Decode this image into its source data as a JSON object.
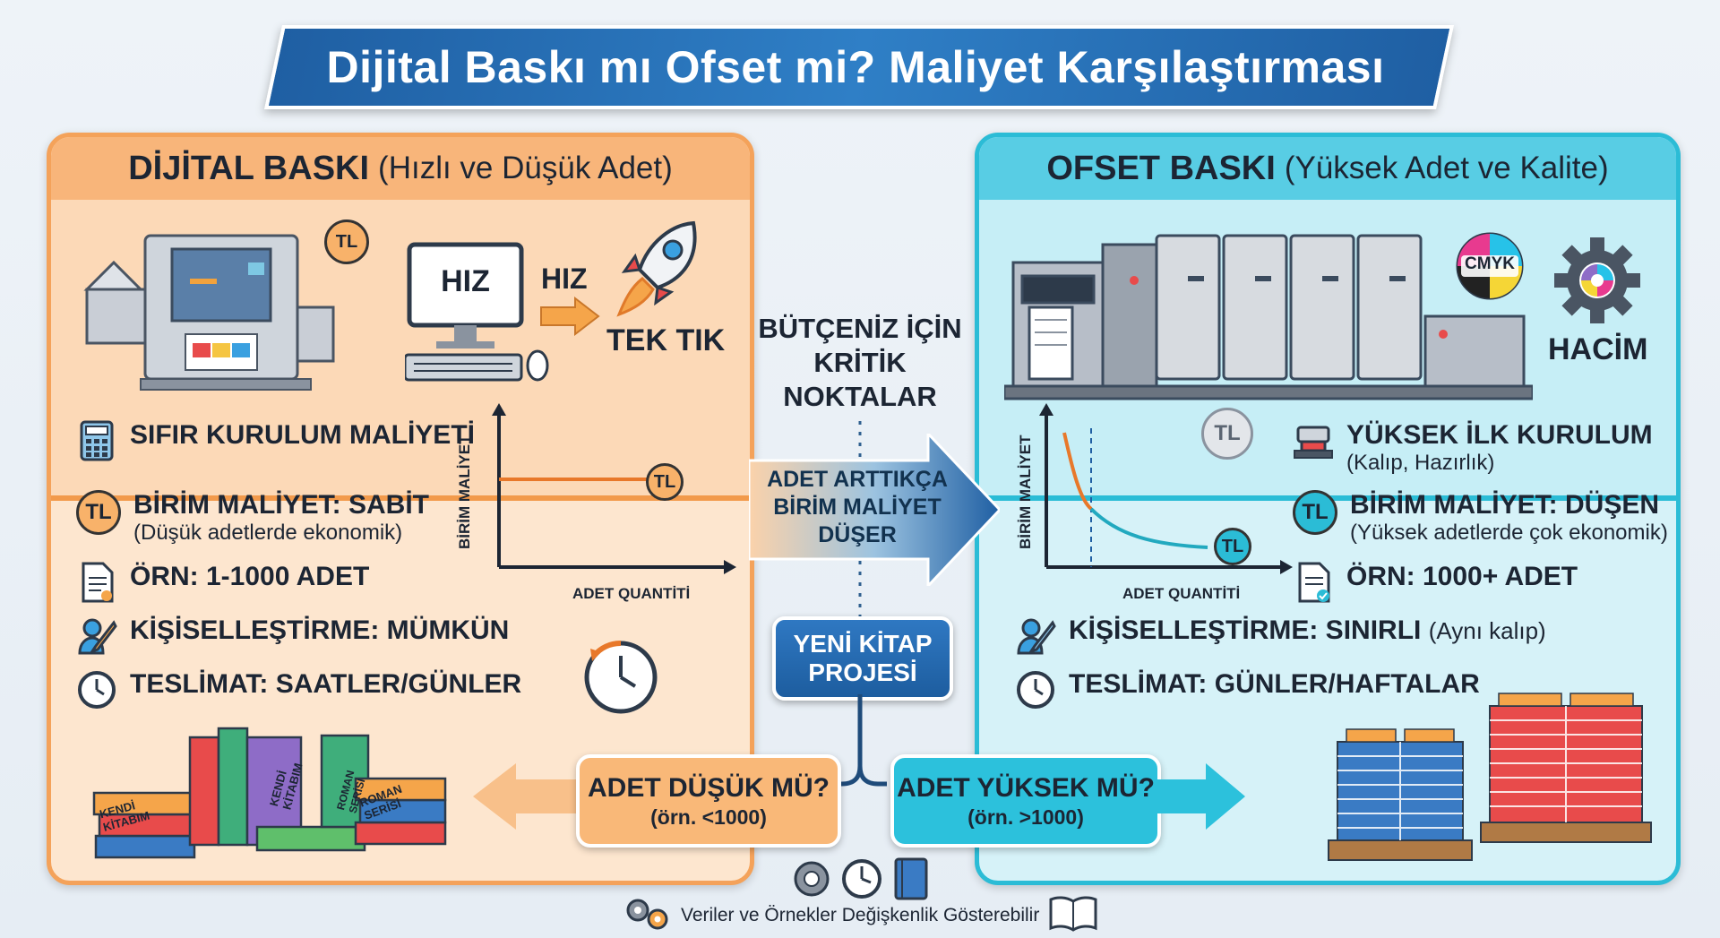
{
  "title": "Dijital Baskı mı Ofset mi? Maliyet Karşılaştırması",
  "digital": {
    "header_bold": "DİJİTAL BASKI",
    "header_sub": "(Hızlı ve Düşük Adet)",
    "illus": {
      "screen_text": "HIZ",
      "arrow_text": "HIZ",
      "rocket_text": "TEK TIK",
      "tl": "TL"
    },
    "features": {
      "setup": "SIFIR KURULUM MALİYETİ",
      "unit_cost": "BİRİM MALİYET: SABİT",
      "unit_cost_sub": "(Düşük adetlerde ekonomik)",
      "example": "ÖRN: 1-1000 ADET",
      "personalization": "KİŞİSELLEŞTİRME: MÜMKÜN",
      "delivery": "TESLİMAT: SAATLER/GÜNLER"
    },
    "chart": {
      "ylabel": "BİRİM MALİYET",
      "xlabel": "ADET QUANTİTİ",
      "marker": "TL"
    },
    "books": {
      "book1": "KENDİ KİTABIM",
      "book2": "KENDİ KİTABIM",
      "book3": "ROMAN SERİSİ",
      "book4": "ROMAN SERİSİ"
    }
  },
  "offset": {
    "header_bold": "OFSET BASKI",
    "header_sub": "(Yüksek Adet ve Kalite)",
    "illus": {
      "cmyk": "CMYK",
      "volume": "HACİM"
    },
    "features": {
      "setup": "YÜKSEK İLK KURULUM",
      "setup_sub": "(Kalıp, Hazırlık)",
      "unit_cost": "BİRİM MALİYET: DÜŞEN",
      "unit_cost_sub": "(Yüksek adetlerde çok ekonomik)",
      "example": "ÖRN: 1000+ ADET",
      "personalization": "KİŞİSELLEŞTİRME: SINIRLI",
      "personalization_sub": "(Aynı kalıp)",
      "delivery": "TESLİMAT: GÜNLER/HAFTALAR"
    },
    "chart": {
      "ylabel": "BİRİM MALİYET",
      "xlabel": "ADET QUANTİTİ",
      "marker": "TL",
      "tl_coin": "TL"
    }
  },
  "center": {
    "critical": "BÜTÇENİZ İÇİN KRİTİK NOKTALAR",
    "arrow_text": "ADET ARTTIKÇA BİRİM MALİYET DÜŞER",
    "new_book": "YENİ KİTAP PROJESİ",
    "low_question": "ADET DÜŞÜK MÜ?",
    "low_example": "(örn. <1000)",
    "high_question": "ADET YÜKSEK MÜ?",
    "high_example": "(örn. >1000)"
  },
  "footer": "Veriler ve Örnekler Değişkenlik Gösterebilir",
  "colors": {
    "title_blue": "#1f5fa3",
    "digital_orange": "#f4a25a",
    "offset_cyan": "#2bbcd6",
    "curve_orange": "#e8782a",
    "curve_teal": "#22a9bf"
  }
}
